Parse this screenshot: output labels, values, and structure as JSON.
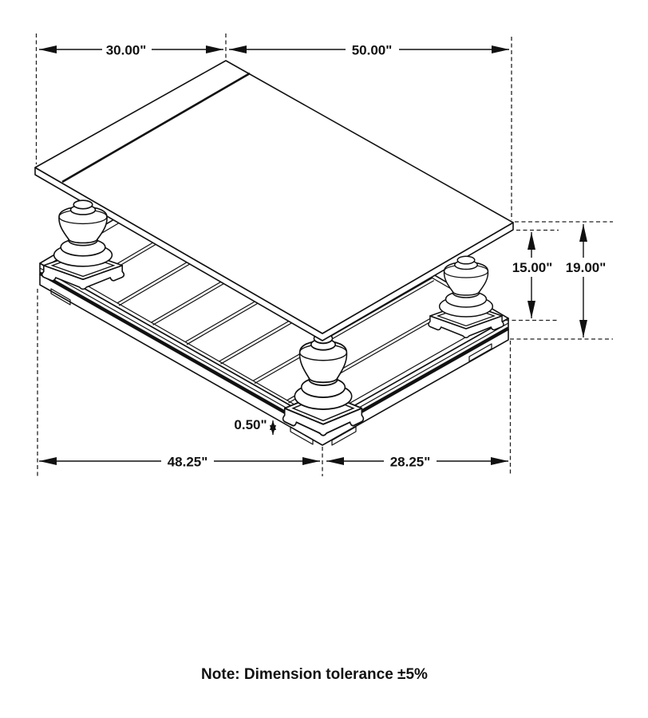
{
  "diagram": {
    "title": "coffee-table-dimension-drawing",
    "dimensions": {
      "top_left_width": "30.00\"",
      "top_right_width": "50.00\"",
      "shelf_clearance_height": "15.00\"",
      "overall_height": "19.00\"",
      "platform_edge_thickness": "0.50\"",
      "bottom_left_width": "48.25\"",
      "bottom_right_width": "28.25\""
    },
    "note": "Note: Dimension tolerance ±5%",
    "colors": {
      "line": "#111111",
      "background": "#ffffff"
    }
  }
}
